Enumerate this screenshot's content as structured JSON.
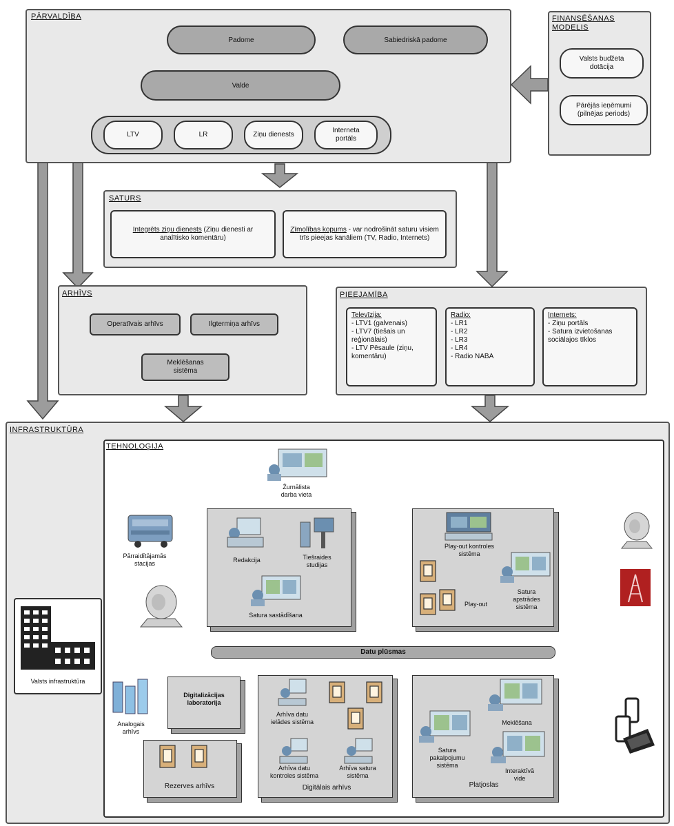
{
  "parvaldiba": {
    "title": "PĀRVALDĪBA",
    "padome": "Padome",
    "sabiedriska_padome": "Sabiedriskā padome",
    "valde": "Valde",
    "units": [
      "LTV",
      "LR",
      "Ziņu dienests",
      "Interneta portāls"
    ]
  },
  "finansesana": {
    "title_line1": "FINANSĒŠANAS",
    "title_line2": "MODELIS",
    "item1": "Valsts budžeta dotācija",
    "item2": "Pārējās ieņēmumi (pilnējas periods)"
  },
  "saturs": {
    "title": "SATURS",
    "box1_head": "Integrēts ziņu dienests",
    "box1_rest": " (Ziņu dienesti ar analītisko komentāru)",
    "box2_head": "Zīmolības kopums",
    "box2_rest": " - var nodrošināt saturu visiem trīs pieejas kanāliem (TV, Radio, Internets)"
  },
  "arhivs": {
    "title": "ARHĪVS",
    "item1": "Operatīvais arhīvs",
    "item2": "Ilgtermiņa arhīvs",
    "item3": "Meklēšanas sistēma"
  },
  "pieejamiba": {
    "title": "PIEEJAMĪBA",
    "televizija": {
      "head": "Televīzija:",
      "items": [
        "- LTV1 (galvenais)",
        "- LTV7 (tiešais un reģionālais)",
        "- LTV Pēsaule (ziņu, komentāru)"
      ]
    },
    "radio": {
      "head": "Radio:",
      "items": [
        "- LR1",
        "- LR2",
        "- LR3",
        "- LR4",
        "- Radio NABA"
      ]
    },
    "internets": {
      "head": "Internets:",
      "items": [
        "- Ziņu portāls",
        "- Satura izvietošanas sociālajos tīklos"
      ]
    }
  },
  "infrastruktura": {
    "title": "INFRASTRUKTŪRA",
    "building_label": "Valsts infrastruktūra",
    "tehnologija": {
      "title": "TEHNOLOĢIJA",
      "zurnalista_darbavieta": "Žurnālista darba vieta",
      "parraides_stacija": "Pārraidītājamās stacijas",
      "redakcija": "Redakcija",
      "tiesraides_studija": "Tiešraides studijas",
      "satura_sastadisana": "Satura sastādīšana",
      "playout_sistema": "Play-out kontroles sistēma",
      "satura_apstrades": "Satura apstrādes sistēma",
      "play_out": "Play-out",
      "datu_plusmas": "Datu plūsmas",
      "digitalizacijas": "Digitalizācijas laboratorija",
      "analogais_arhivs": "Analogais arhīvs",
      "arhiva_datu_ieladesana": "Arhīva datu ielādes sistēma",
      "arhiva_datu_kontroles": "Arhīva datu kontroles sistēma",
      "arhiva_satura_sistema": "Arhīva satura sistēma",
      "digitalais_arhivs": "Digitālais arhīvs",
      "rezerves_arhivs": "Rezerves arhīvs",
      "satura_pakalpojumu": "Satura pakalpojumu sistēma",
      "meklesana": "Meklēšana",
      "interaktiva_vide": "Interaktīvā vide",
      "platjoslas": "Platjoslas"
    }
  },
  "colors": {
    "panel": "#e9e9e9",
    "arrow": "#9c9c9c",
    "pill": "#a9a9a9",
    "tower": "#b02020"
  }
}
